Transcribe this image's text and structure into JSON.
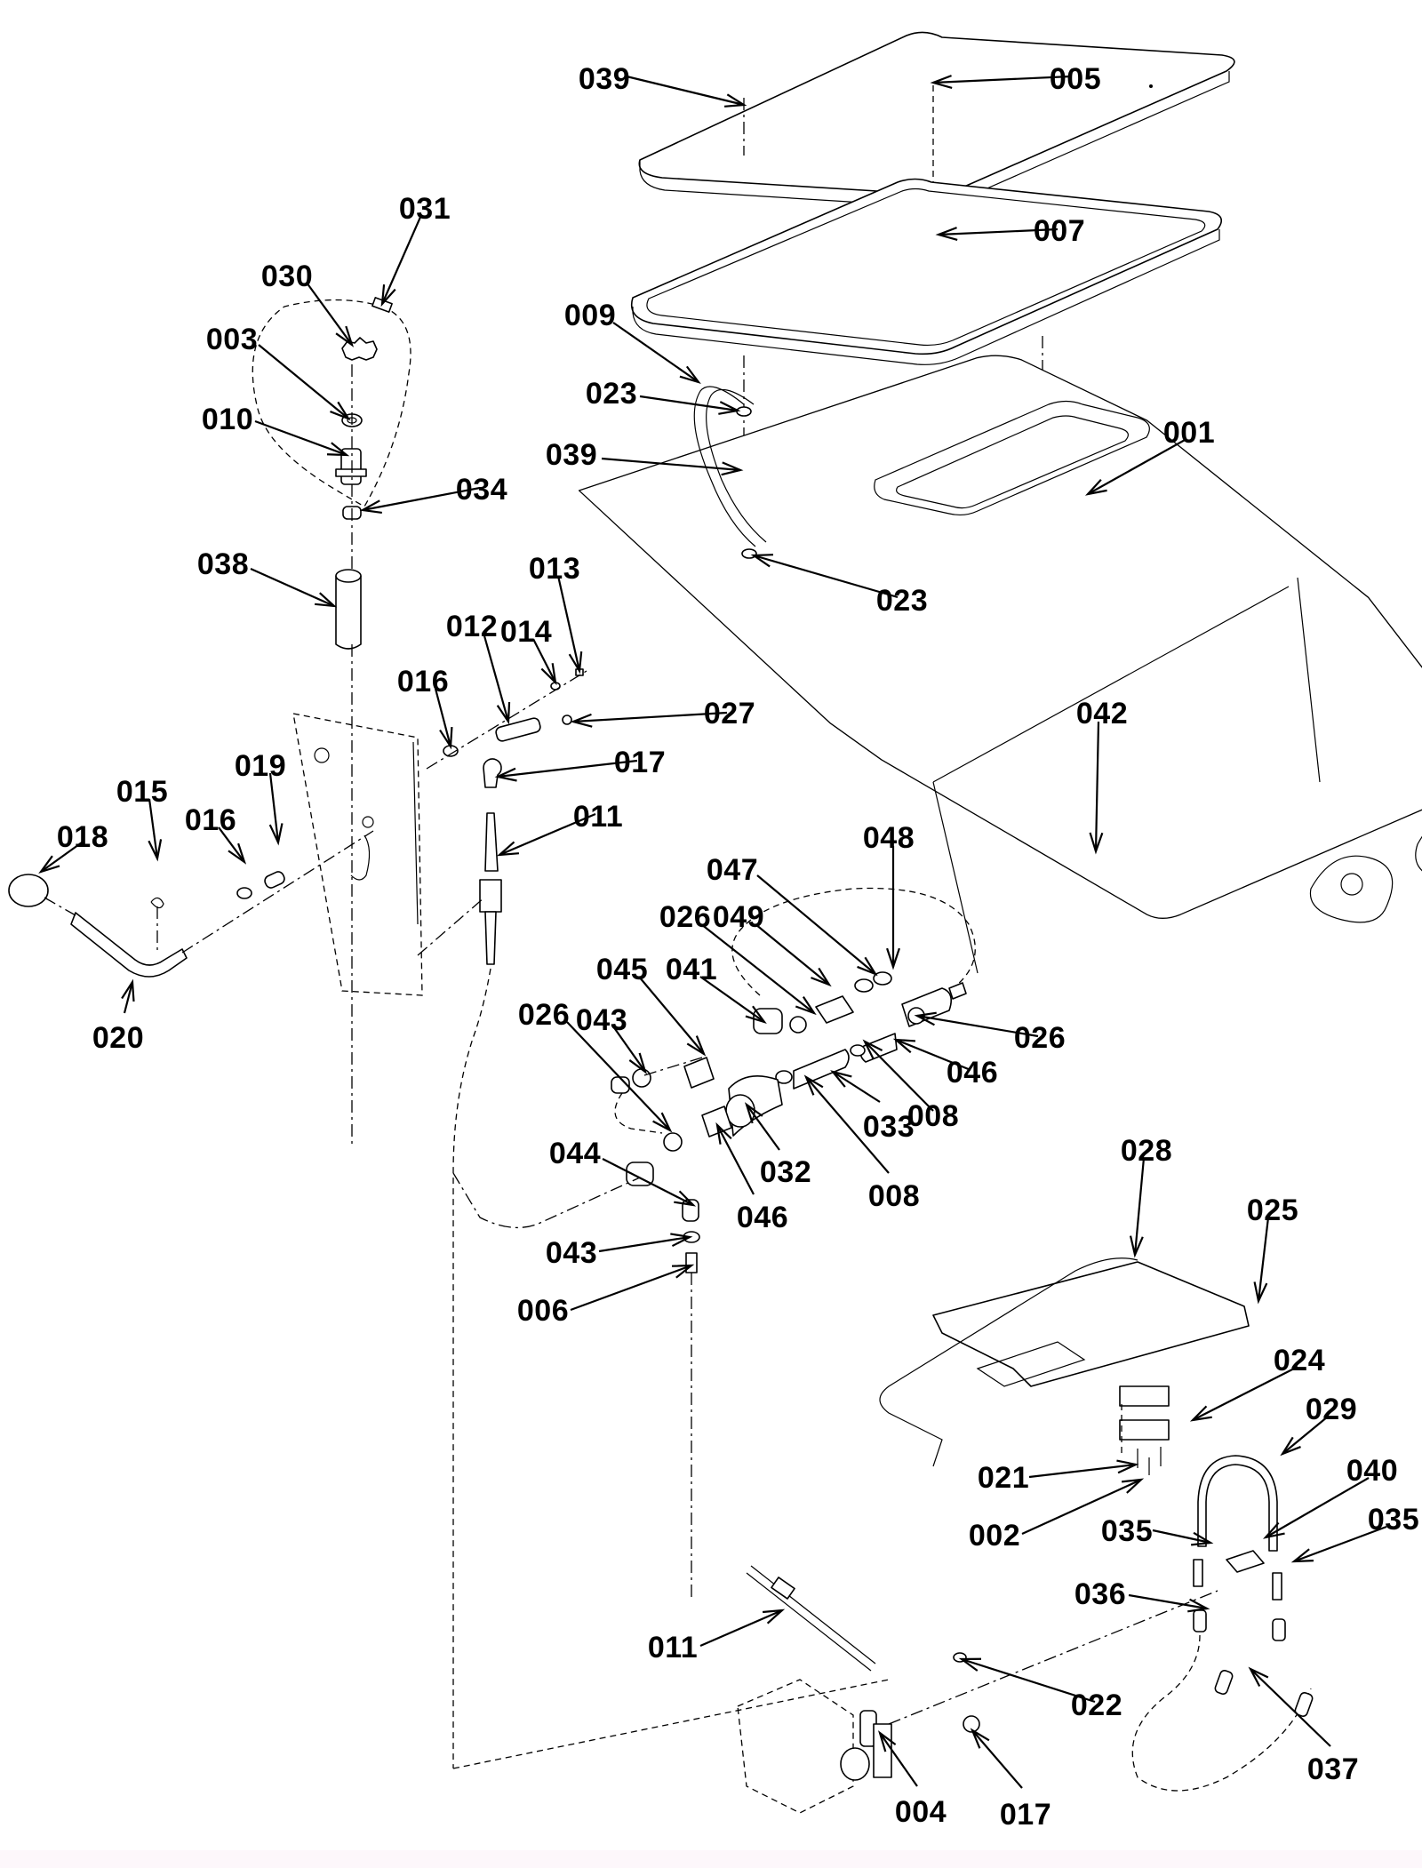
{
  "diagram": {
    "type": "exploded-parts-diagram",
    "subject": "tank / lid assembly with shift lever, cable, fittings and bracket",
    "callouts": [
      {
        "id": "c-039-top",
        "label": "039"
      },
      {
        "id": "c-005",
        "label": "005"
      },
      {
        "id": "c-007",
        "label": "007"
      },
      {
        "id": "c-031",
        "label": "031"
      },
      {
        "id": "c-030",
        "label": "030"
      },
      {
        "id": "c-003",
        "label": "003"
      },
      {
        "id": "c-010",
        "label": "010"
      },
      {
        "id": "c-034",
        "label": "034"
      },
      {
        "id": "c-038",
        "label": "038"
      },
      {
        "id": "c-009",
        "label": "009"
      },
      {
        "id": "c-023-top",
        "label": "023"
      },
      {
        "id": "c-039-mid",
        "label": "039"
      },
      {
        "id": "c-023-low",
        "label": "023"
      },
      {
        "id": "c-001",
        "label": "001"
      },
      {
        "id": "c-013",
        "label": "013"
      },
      {
        "id": "c-014",
        "label": "014"
      },
      {
        "id": "c-012",
        "label": "012"
      },
      {
        "id": "c-016-upper",
        "label": "016"
      },
      {
        "id": "c-027",
        "label": "027"
      },
      {
        "id": "c-017-upper",
        "label": "017"
      },
      {
        "id": "c-011-upper",
        "label": "011"
      },
      {
        "id": "c-019",
        "label": "019"
      },
      {
        "id": "c-015",
        "label": "015"
      },
      {
        "id": "c-016-lower",
        "label": "016"
      },
      {
        "id": "c-018",
        "label": "018"
      },
      {
        "id": "c-020",
        "label": "020"
      },
      {
        "id": "c-042",
        "label": "042"
      },
      {
        "id": "c-048",
        "label": "048"
      },
      {
        "id": "c-047",
        "label": "047"
      },
      {
        "id": "c-026-a",
        "label": "026"
      },
      {
        "id": "c-049",
        "label": "049"
      },
      {
        "id": "c-045",
        "label": "045"
      },
      {
        "id": "c-041",
        "label": "041"
      },
      {
        "id": "c-043-upper",
        "label": "043"
      },
      {
        "id": "c-026-b",
        "label": "026"
      },
      {
        "id": "c-026-c",
        "label": "026"
      },
      {
        "id": "c-046-right",
        "label": "046"
      },
      {
        "id": "c-008-right",
        "label": "008"
      },
      {
        "id": "c-033",
        "label": "033"
      },
      {
        "id": "c-008-lower",
        "label": "008"
      },
      {
        "id": "c-032",
        "label": "032"
      },
      {
        "id": "c-046-lower",
        "label": "046"
      },
      {
        "id": "c-044",
        "label": "044"
      },
      {
        "id": "c-043-lower",
        "label": "043"
      },
      {
        "id": "c-006",
        "label": "006"
      },
      {
        "id": "c-028",
        "label": "028"
      },
      {
        "id": "c-025",
        "label": "025"
      },
      {
        "id": "c-024",
        "label": "024"
      },
      {
        "id": "c-029",
        "label": "029"
      },
      {
        "id": "c-021",
        "label": "021"
      },
      {
        "id": "c-002",
        "label": "002"
      },
      {
        "id": "c-040",
        "label": "040"
      },
      {
        "id": "c-035-left",
        "label": "035"
      },
      {
        "id": "c-035-right",
        "label": "035"
      },
      {
        "id": "c-036",
        "label": "036"
      },
      {
        "id": "c-011-lower",
        "label": "011"
      },
      {
        "id": "c-022",
        "label": "022"
      },
      {
        "id": "c-037",
        "label": "037"
      },
      {
        "id": "c-004",
        "label": "004"
      },
      {
        "id": "c-017-lower",
        "label": "017"
      }
    ]
  }
}
